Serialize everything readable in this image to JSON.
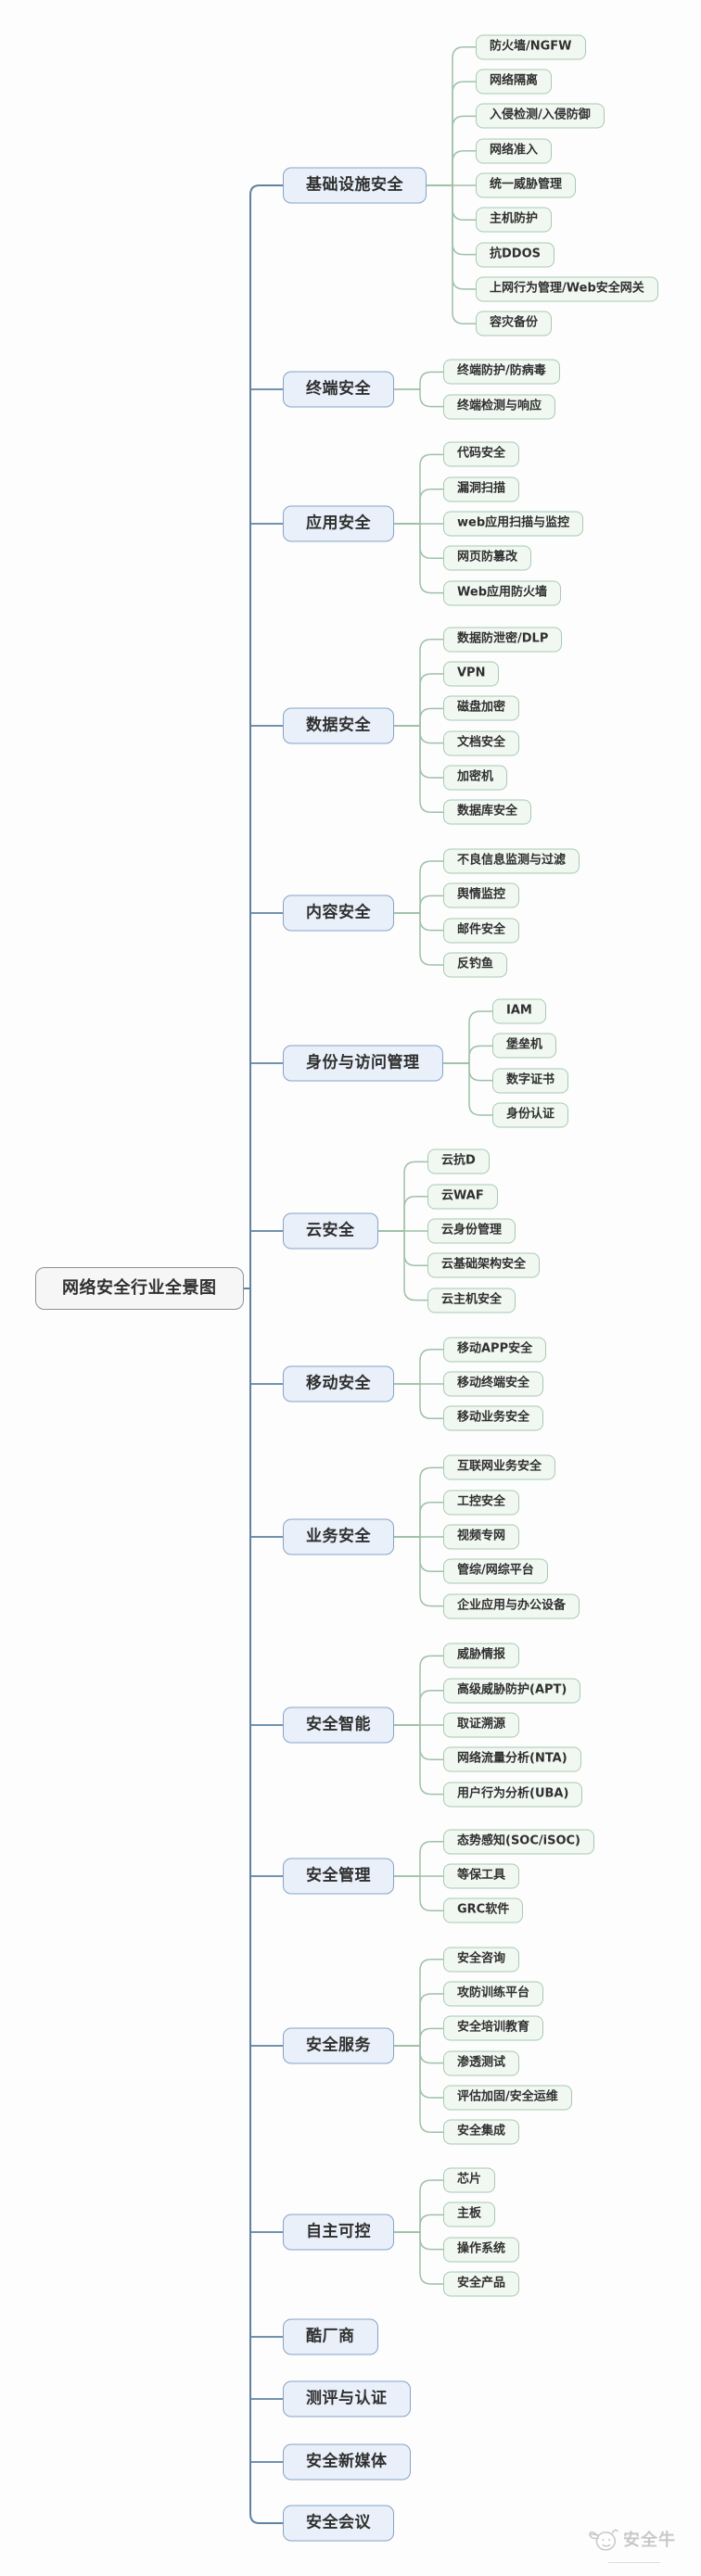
{
  "mindmap": {
    "root": "网络安全行业全景图",
    "branches": [
      {
        "label": "基础设施安全",
        "children": [
          "防火墙/NGFW",
          "网络隔离",
          "入侵检测/入侵防御",
          "网络准入",
          "统一威胁管理",
          "主机防护",
          "抗DDOS",
          "上网行为管理/Web安全网关",
          "容灾备份"
        ]
      },
      {
        "label": "终端安全",
        "children": [
          "终端防护/防病毒",
          "终端检测与响应"
        ]
      },
      {
        "label": "应用安全",
        "children": [
          "代码安全",
          "漏洞扫描",
          "web应用扫描与监控",
          "网页防篡改",
          "Web应用防火墙"
        ]
      },
      {
        "label": "数据安全",
        "children": [
          "数据防泄密/DLP",
          "VPN",
          "磁盘加密",
          "文档安全",
          "加密机",
          "数据库安全"
        ]
      },
      {
        "label": "内容安全",
        "children": [
          "不良信息监测与过滤",
          "舆情监控",
          "邮件安全",
          "反钓鱼"
        ]
      },
      {
        "label": "身份与访问管理",
        "children": [
          "IAM",
          "堡垒机",
          "数字证书",
          "身份认证"
        ]
      },
      {
        "label": "云安全",
        "children": [
          "云抗D",
          "云WAF",
          "云身份管理",
          "云基础架构安全",
          "云主机安全"
        ]
      },
      {
        "label": "移动安全",
        "children": [
          "移动APP安全",
          "移动终端安全",
          "移动业务安全"
        ]
      },
      {
        "label": "业务安全",
        "children": [
          "互联网业务安全",
          "工控安全",
          "视频专网",
          "管综/网综平台",
          "企业应用与办公设备"
        ]
      },
      {
        "label": "安全智能",
        "children": [
          "威胁情报",
          "高级威胁防护(APT)",
          "取证溯源",
          "网络流量分析(NTA)",
          "用户行为分析(UBA)"
        ]
      },
      {
        "label": "安全管理",
        "children": [
          "态势感知(SOC/iSOC)",
          "等保工具",
          "GRC软件"
        ]
      },
      {
        "label": "安全服务",
        "children": [
          "安全咨询",
          "攻防训练平台",
          "安全培训教育",
          "渗透测试",
          "评估加固/安全运维",
          "安全集成"
        ]
      },
      {
        "label": "自主可控",
        "children": [
          "芯片",
          "主板",
          "操作系统",
          "安全产品"
        ]
      },
      {
        "label": "酷厂商",
        "children": []
      },
      {
        "label": "测评与认证",
        "children": []
      },
      {
        "label": "安全新媒体",
        "children": []
      },
      {
        "label": "安全会议",
        "children": []
      }
    ]
  },
  "watermark": {
    "brand": "安全牛",
    "icon": "cow-logo-icon"
  },
  "colors": {
    "background": "#fdfdfd",
    "root_fill": "#f6f6f6",
    "root_border": "#8d9299",
    "branch_fill": "#e9f0fa",
    "branch_border": "#85a3c6",
    "leaf_fill": "#f1f8f2",
    "leaf_border": "#a8c9b0",
    "trunk_line": "#5f82a2",
    "leaf_line": "#9fc0a7",
    "text": "#2f2f2f",
    "watermark_text": "#c8c8c8"
  }
}
